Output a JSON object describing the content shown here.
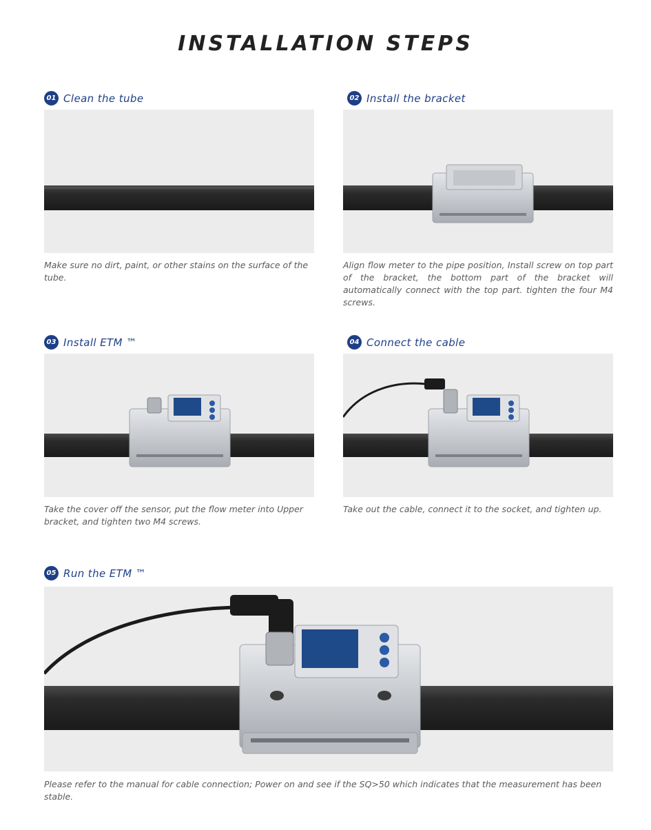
{
  "title": "INSTALLATION STEPS",
  "steps": [
    {
      "num": "01",
      "title": "Clean the tube",
      "desc": "Make sure no dirt, paint, or other stains on the surface of the tube."
    },
    {
      "num": "02",
      "title": "Install the bracket",
      "desc": "Align flow meter to the pipe position, Install screw on top part of the bracket, the bottom part of the bracket will automatically connect with the top part. tighten the four M4 screws."
    },
    {
      "num": "03",
      "title": "Install ETM ™",
      "desc": "Take the cover off the sensor, put the flow meter into Upper bracket, and tighten two M4 screws."
    },
    {
      "num": "04",
      "title": "Connect the cable",
      "desc": "Take out the cable, connect it to the socket, and tighten up."
    },
    {
      "num": "05",
      "title": "Run the ETM ™",
      "desc": "Please refer to the manual for cable connection; Power on and see if the SQ>50 which indicates that the measurement has been stable."
    }
  ],
  "colors": {
    "accent": "#1e3f87",
    "panel_bg": "#ececec",
    "pipe": "#2a2a2a",
    "metal": "#c9ccd1",
    "screen": "#1f4a8a"
  }
}
